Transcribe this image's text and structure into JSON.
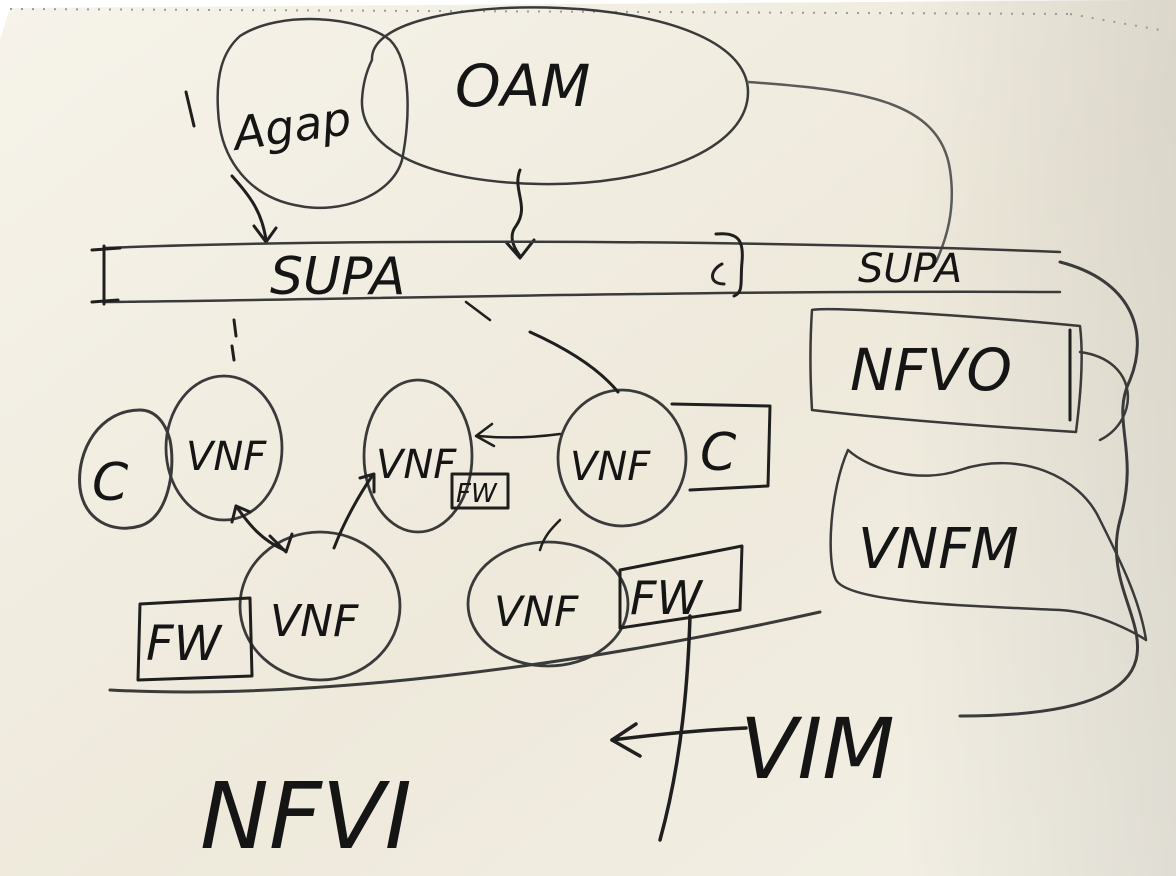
{
  "diagram": {
    "title": "",
    "colors": {
      "paper": "#f3efe3",
      "paper_shadow": "#d9d2bd",
      "ink": "#1f1f1f"
    },
    "nodes": {
      "oam": "OAM",
      "cap": "Agap",
      "supa_bar": "SUPA",
      "supa_right": "SUPA",
      "nfvo": "NFVO",
      "vnfm": "VNFM",
      "c_left": "C",
      "c_right": "C",
      "vnf_1": "VNF",
      "vnf_2": "VNF",
      "vnf_3": "VNF",
      "vnf_4": "VNF",
      "vnf_5": "VNF",
      "fw_small": "FW",
      "fw_left": "FW",
      "fw_right": "FW",
      "vim": "VIM",
      "nfvi": "NFVI"
    }
  }
}
